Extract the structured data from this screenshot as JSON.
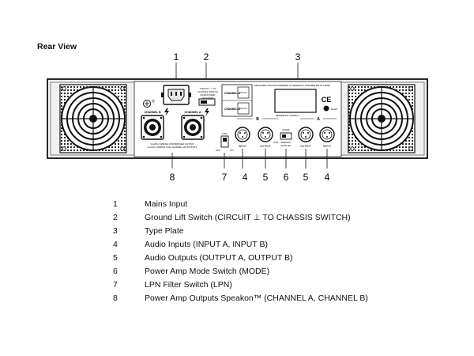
{
  "heading": "Rear View",
  "callouts_top": [
    "1",
    "2",
    "3"
  ],
  "callouts_bottom": [
    "8",
    "7",
    "4",
    "5",
    "6",
    "5",
    "4"
  ],
  "panel": {
    "switch_caption_1": "CIRCUIT ⊥ TO",
    "switch_caption_2": "CHASSIS SWITCH",
    "switch_caption_3": "UNGROUNDED",
    "switch_caption_4": "GROUNDED",
    "designed_text": "DESIGNED AND ENGINEERED IN GERMANY  ASSEMBLED IN CHINA",
    "channel_a_block": "CHANNEL A",
    "channel_b_block": "CHANNEL B",
    "speakon_b": "CHANNEL B",
    "speakon_a": "CHANNEL A",
    "label_b": "B",
    "label_a": "A",
    "input_label": "INPUT",
    "output_label": "OUTPUT",
    "lpn_label": "LPN",
    "lpn_off": "OFF",
    "lpn_on": "ON",
    "mode_label": "MODE",
    "mode_dual": "DUAL",
    "mode_bridged": "BRIDGED",
    "mode_parallel": "PARALLEL",
    "class2_line1": "CLASS 2 WIRING FOR BRIDGED OUTPUT",
    "class2_line2": "CLASS 2 WIRING FOR CHANNEL A,B OUTPUTS",
    "type_plate_note": "REFERENCE: DCM600-2"
  },
  "legend": [
    {
      "num": "1",
      "text": "Mains Input"
    },
    {
      "num": "2",
      "text": "Ground Lift Switch (CIRCUIT ⊥ TO CHASSIS SWITCH)"
    },
    {
      "num": "3",
      "text": "Type Plate"
    },
    {
      "num": "4",
      "text": "Audio Inputs (INPUT A, INPUT B)"
    },
    {
      "num": "5",
      "text": "Audio Outputs (OUTPUT A, OUTPUT B)"
    },
    {
      "num": "6",
      "text": "Power Amp Mode Switch (MODE)"
    },
    {
      "num": "7",
      "text": "LPN Filter Switch (LPN)"
    },
    {
      "num": "8",
      "text": "Power Amp Outputs Speakon™ (CHANNEL A, CHANNEL B)"
    }
  ]
}
